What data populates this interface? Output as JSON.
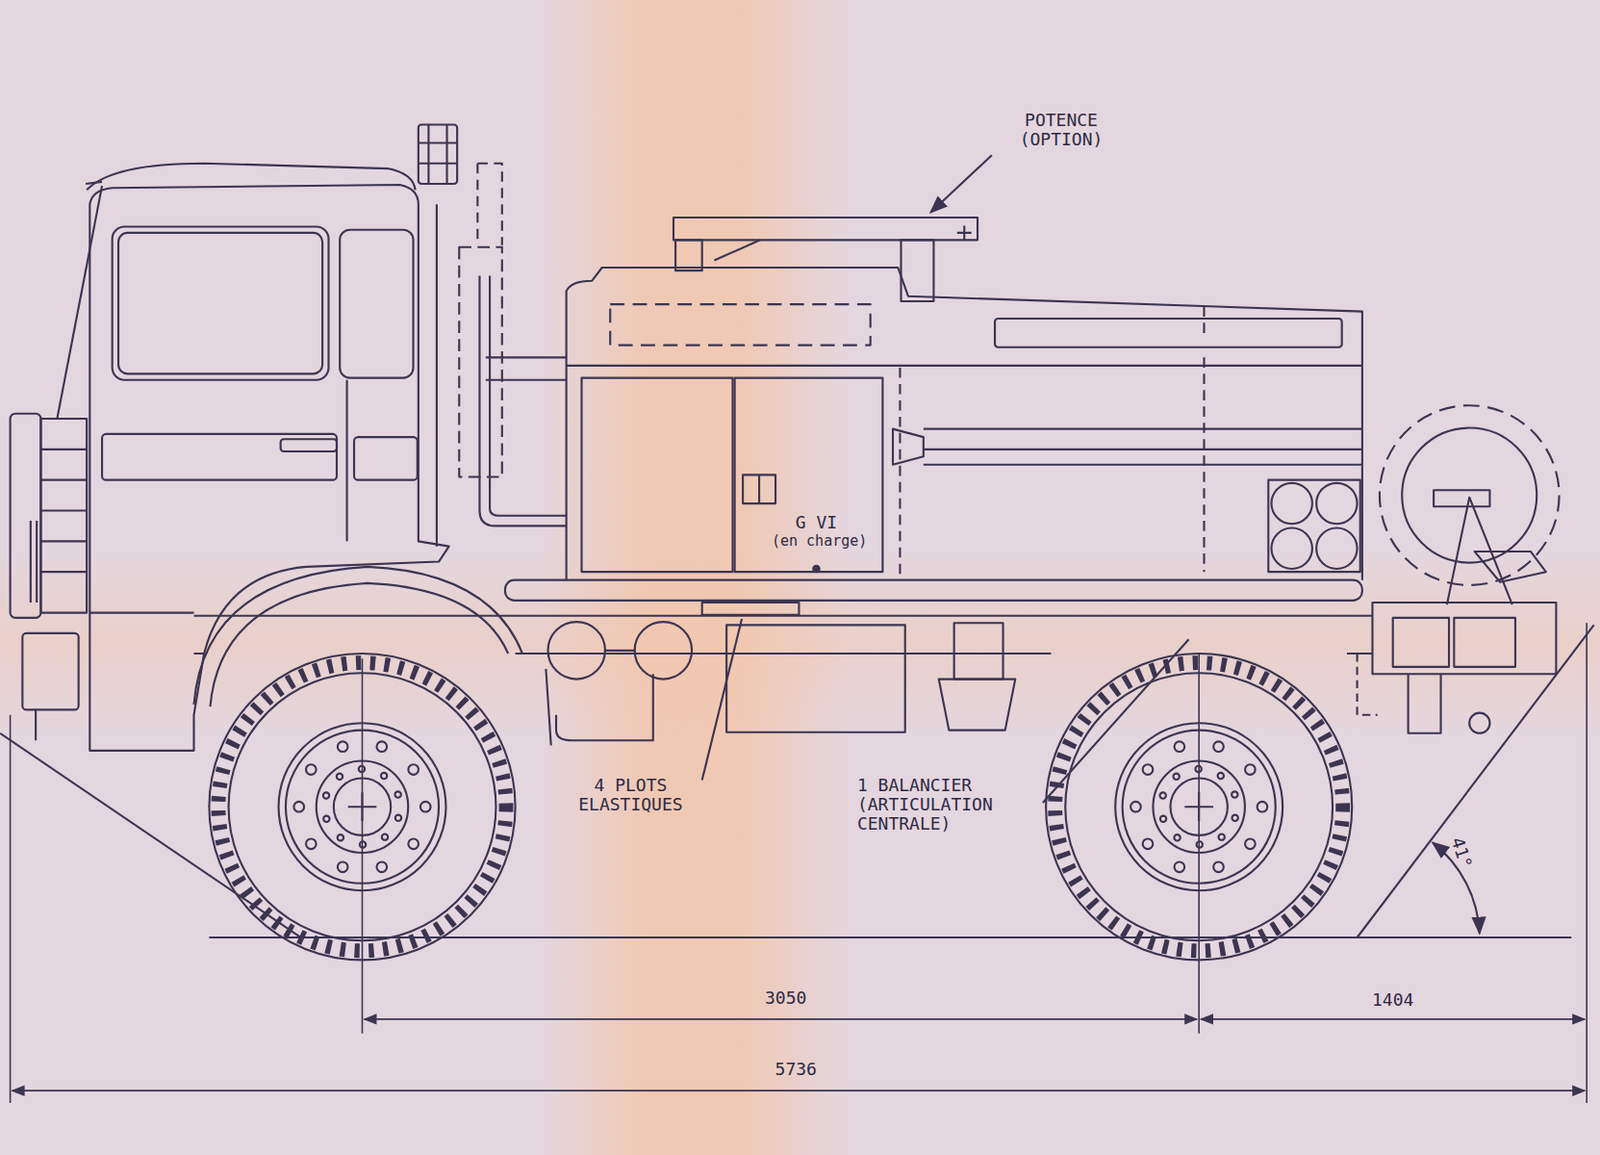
{
  "diagram": {
    "labels": [
      "POTENCE (OPTION)",
      "G VI",
      "(en charge)",
      "4 PLOTS ELASTIQUES",
      "1 BALANCIER (ARTICULATION CENTRALE)",
      "41°",
      "3050",
      "1404",
      "5736"
    ]
  }
}
